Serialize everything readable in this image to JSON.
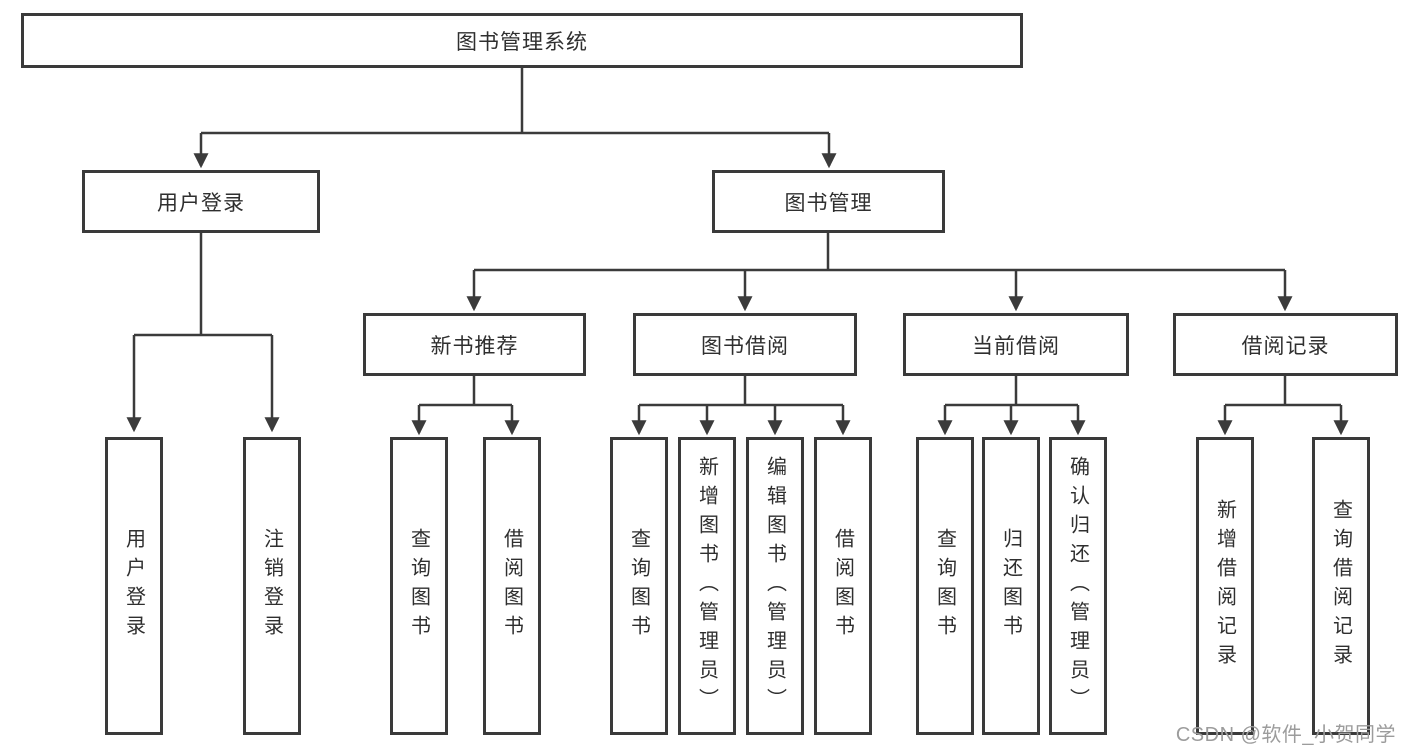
{
  "diagram": {
    "type": "hierarchy-tree",
    "colors": {
      "background": "#ffffff",
      "box_fill": "#ffffff",
      "box_border": "#3a3a3a",
      "line": "#3b3b3b",
      "text": "#2f2f2f",
      "watermark_text": "#9c9c9c"
    },
    "watermark": "CSDN @软件_小贺同学",
    "nodes": {
      "root": {
        "label": "图书管理系统"
      },
      "user_login": {
        "label": "用户登录"
      },
      "book_management": {
        "label": "图书管理"
      },
      "new_book_recommend": {
        "label": "新书推荐"
      },
      "book_borrowing": {
        "label": "图书借阅"
      },
      "current_borrowing": {
        "label": "当前借阅"
      },
      "borrowing_records": {
        "label": "借阅记录"
      },
      "leaf_user_login": {
        "label": "用户登录"
      },
      "leaf_logout": {
        "label": "注销登录"
      },
      "leaf_query_books_1": {
        "label": "查询图书"
      },
      "leaf_borrow_books_1": {
        "label": "借阅图书"
      },
      "leaf_query_books_2": {
        "label": "查询图书"
      },
      "leaf_add_book_admin": {
        "label": "新增图书（管理员）"
      },
      "leaf_edit_book_admin": {
        "label": "编辑图书（管理员）"
      },
      "leaf_borrow_books_2": {
        "label": "借阅图书"
      },
      "leaf_query_books_3": {
        "label": "查询图书"
      },
      "leaf_return_books": {
        "label": "归还图书"
      },
      "leaf_confirm_return_admin": {
        "label": "确认归还（管理员）"
      },
      "leaf_add_borrow_record": {
        "label": "新增借阅记录"
      },
      "leaf_query_borrow_record": {
        "label": "查询借阅记录"
      }
    },
    "hierarchy": {
      "图书管理系统": {
        "用户登录": [
          "用户登录",
          "注销登录"
        ],
        "图书管理": {
          "新书推荐": [
            "查询图书",
            "借阅图书"
          ],
          "图书借阅": [
            "查询图书",
            "新增图书（管理员）",
            "编辑图书（管理员）",
            "借阅图书"
          ],
          "当前借阅": [
            "查询图书",
            "归还图书",
            "确认归还（管理员）"
          ],
          "借阅记录": [
            "新增借阅记录",
            "查询借阅记录"
          ]
        }
      }
    }
  }
}
